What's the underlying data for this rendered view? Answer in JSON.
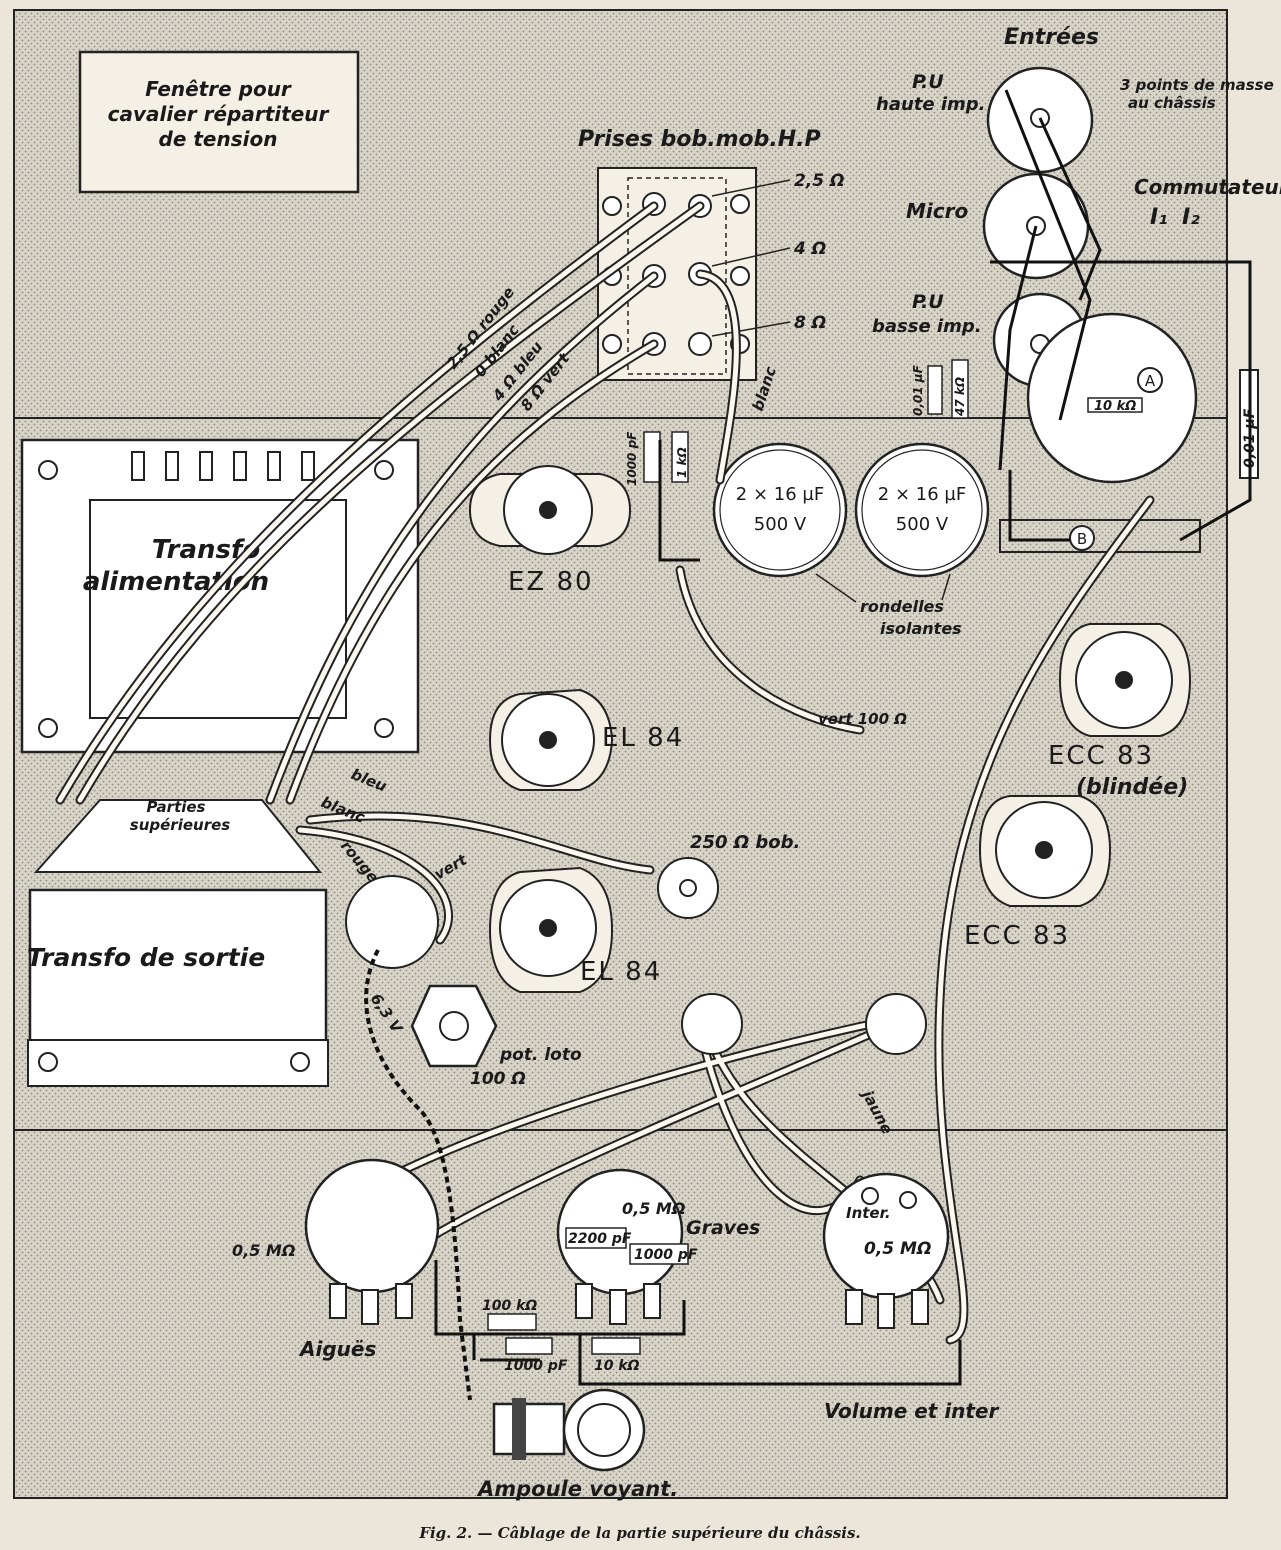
{
  "labels": {
    "fenetre": [
      "Fenêtre pour",
      "cavalier répartiteur",
      "de tension"
    ],
    "prises_title": "Prises bob.mob.H.P",
    "imp_2_5": "2,5 Ω",
    "imp_4": "4 Ω",
    "imp_8": "8 Ω",
    "entrees": "Entrées",
    "pu_haute": [
      "P.U",
      "haute imp."
    ],
    "micro": "Micro",
    "pu_basse": [
      "P.U",
      "basse imp."
    ],
    "masse": [
      "3 points de masse",
      "au châssis"
    ],
    "commutateur": "Commutateur",
    "i1": "I₁",
    "i2": "I₂",
    "res_47k": "47 kΩ",
    "cap_001_a": "0,01 µF",
    "res_10k_top": "10 kΩ",
    "cap_001_b": "0,01 µF",
    "point_a": "A",
    "point_b": "B",
    "cap_1000_top": "1000 pF",
    "res_1k": "1 kΩ",
    "fil_rouge": "2,5 Ω rouge",
    "fil_blanc": "0 blanc",
    "fil_bleu": "4 Ω bleu",
    "fil_vert": "8 Ω vert",
    "fil_blanc2": "blanc",
    "condo_value": "2 × 16 µF",
    "condo_voltage": "500 V",
    "rondelles": [
      "rondelles",
      "isolantes"
    ],
    "transfo_alim": [
      "Transfo",
      "alimentation"
    ],
    "ez80": "EZ 80",
    "el84_1": "EL 84",
    "el84_2": "EL 84",
    "ecc83_1": "ECC 83",
    "blindee": "(blindée)",
    "ecc83_2": "ECC 83",
    "vert_100": "vert 100 Ω",
    "parties_sup": [
      "Parties",
      "supérieures"
    ],
    "w_bleu": "bleu",
    "w_blanc": "blanc",
    "w_rouge": "rouge",
    "w_vert": "vert",
    "bob_250": "250 Ω bob.",
    "transfo_sortie": "Transfo de sortie",
    "v63": "6,3 V",
    "pot_loto": [
      "pot. loto",
      "100 Ω"
    ],
    "jaune": "jaune",
    "pot_05_a": "0,5 MΩ",
    "pot_05_b": "0,5 MΩ",
    "pot_05_c": "0,5 MΩ",
    "graves": "Graves",
    "cap_2200": "2200 pF",
    "cap_1000_b": "1000 pF",
    "inter": "Inter.",
    "aigues": "Aiguës",
    "res_100k": "100 kΩ",
    "cap_1000_c": "1000 pF",
    "res_10k_bot": "10 kΩ",
    "volume": "Volume et inter",
    "ampoule": "Ampoule voyant."
  },
  "caption": "Fig. 2. — Câblage de la partie supérieure du châssis."
}
